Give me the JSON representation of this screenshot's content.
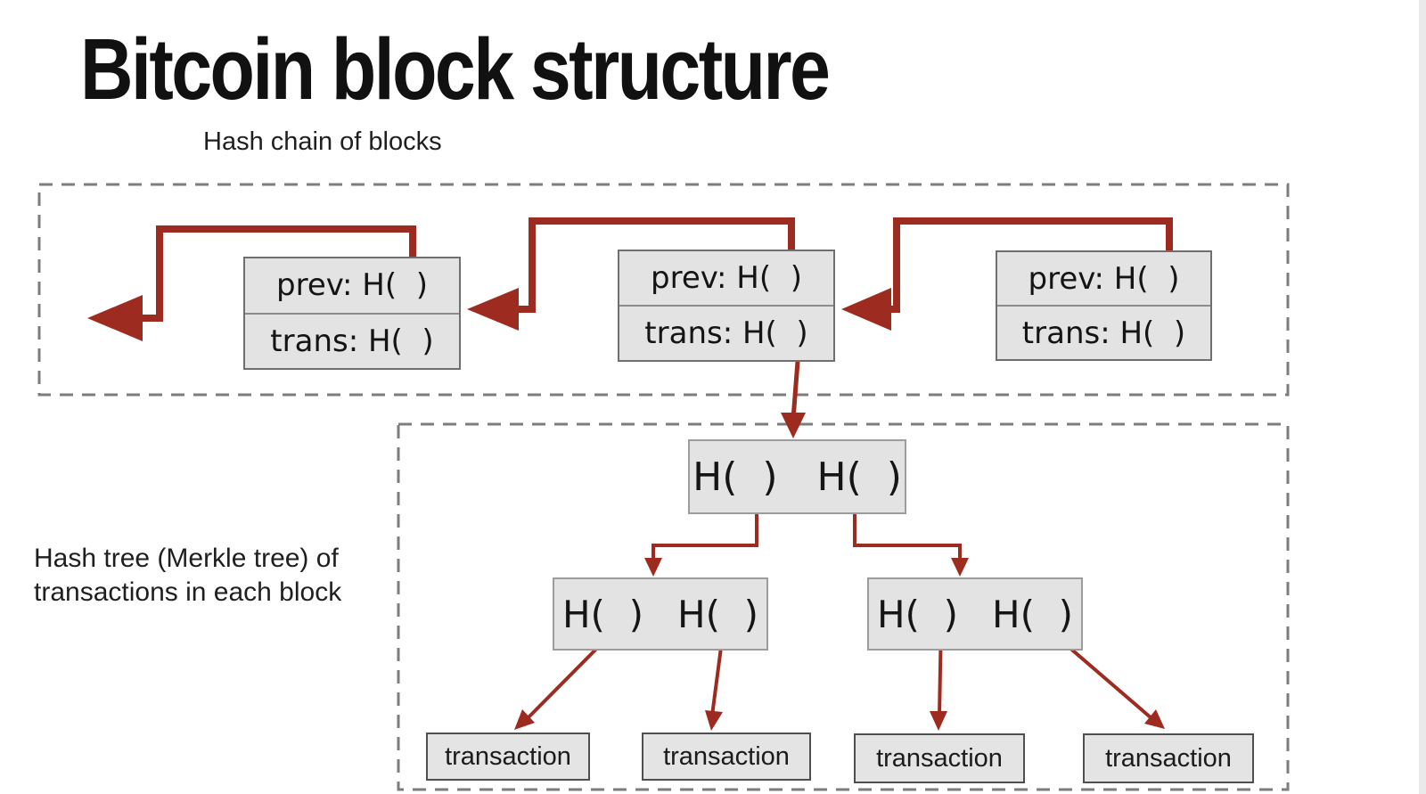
{
  "title": "Bitcoin block structure",
  "chain_section": {
    "label": "Hash chain of blocks",
    "blocks": [
      {
        "prev": "prev: H(  )",
        "trans": "trans: H(  )"
      },
      {
        "prev": "prev: H(  )",
        "trans": "trans: H(  )"
      },
      {
        "prev": "prev: H(  )",
        "trans": "trans: H(  )"
      }
    ]
  },
  "tree_section": {
    "label_line1": "Hash tree (Merkle tree) of",
    "label_line2": "transactions in each block",
    "root": {
      "left": "H(  )",
      "right": "H(  )"
    },
    "internal_nodes": [
      {
        "left": "H(  )",
        "right": "H(  )"
      },
      {
        "left": "H(  )",
        "right": "H(  )"
      }
    ],
    "transactions": [
      "transaction",
      "transaction",
      "transaction",
      "transaction"
    ]
  },
  "colors": {
    "arrow_color": "#9E2B20",
    "box_fill": "#E3E3E3",
    "chain_border": "#6F6F6F",
    "hash_border": "#9C9C9C",
    "leaf_border": "#4F4F4F",
    "dashed_border": "#7D7D7D",
    "text_color": "#1C1C1C"
  }
}
